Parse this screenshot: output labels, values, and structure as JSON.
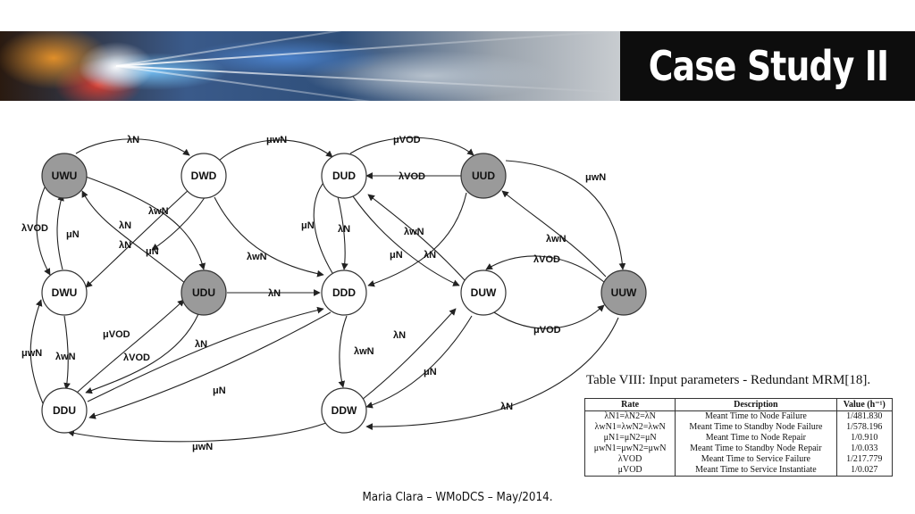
{
  "slide": {
    "title": "Case Study II",
    "footer": "Maria Clara – WMoDCS – May/2014."
  },
  "colors": {
    "up_state": "#9a9a9a",
    "down_state": "#ffffff",
    "banner": "#0d0d0d"
  },
  "diagram": {
    "nodes": [
      {
        "id": "UWU",
        "label": "UWU",
        "state": "up"
      },
      {
        "id": "DWD",
        "label": "DWD",
        "state": "down"
      },
      {
        "id": "DUD",
        "label": "DUD",
        "state": "down"
      },
      {
        "id": "UUD",
        "label": "UUD",
        "state": "up"
      },
      {
        "id": "DWU",
        "label": "DWU",
        "state": "down"
      },
      {
        "id": "UDU",
        "label": "UDU",
        "state": "up"
      },
      {
        "id": "DDD",
        "label": "DDD",
        "state": "down"
      },
      {
        "id": "DUW",
        "label": "DUW",
        "state": "down"
      },
      {
        "id": "UUW",
        "label": "UUW",
        "state": "up"
      },
      {
        "id": "DDU",
        "label": "DDU",
        "state": "down"
      },
      {
        "id": "DDW",
        "label": "DDW",
        "state": "down"
      }
    ],
    "edge_labels": {
      "uwu_dwd": "λN",
      "dwd_dud": "μwN",
      "dud_uud": "μVOD",
      "uud_dud": "λVOD",
      "uud_uuw": "μwN",
      "uwu_dwu": "λVOD",
      "dwu_uwu": "μN",
      "udu_uwu": "λN",
      "dwd_dwu": "λwN",
      "uwu_udu": "λN",
      "dwd_udu": "μN",
      "dwd_ddd": "λwN",
      "ddd_dud": "μN",
      "dud_ddd": "λN",
      "duw_dud": "λwN",
      "dud_duw": "μN",
      "uud_ddd": "λN",
      "uuw_uud": "λwN",
      "uuw_duw": "λVOD",
      "duw_uuw": "μVOD",
      "udu_ddd": "λN",
      "ddu_dwu": "μwN",
      "dwu_ddu": "λwN",
      "ddu_udu": "μVOD",
      "udu_ddu": "λVOD",
      "ddu_ddd": "λN",
      "ddd_ddu": "μN",
      "ddd_ddw": "λwN",
      "ddw_duw": "λN",
      "duw_ddw": "μN",
      "uuw_ddw": "λN",
      "ddw_ddu": "μwN"
    }
  },
  "table": {
    "caption": "Table VIII: Input parameters - Redundant MRM[18].",
    "headers": [
      "Rate",
      "Description",
      "Value (h⁻¹)"
    ],
    "rows": [
      [
        "λN1=λN2=λN",
        "Meant Time to Node Failure",
        "1/481.830"
      ],
      [
        "λwN1=λwN2=λwN",
        "Meant Time to Standby Node Failure",
        "1/578.196"
      ],
      [
        "μN1=μN2=μN",
        "Meant Time to Node Repair",
        "1/0.910"
      ],
      [
        "μwN1=μwN2=μwN",
        "Meant Time to Standby Node Repair",
        "1/0.033"
      ],
      [
        "λVOD",
        "Meant Time to Service Failure",
        "1/217.779"
      ],
      [
        "μVOD",
        "Meant Time to Service Instantiate",
        "1/0.027"
      ]
    ]
  }
}
